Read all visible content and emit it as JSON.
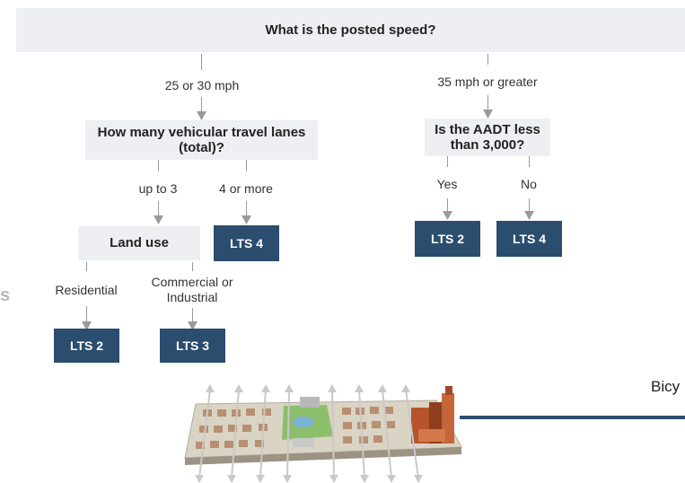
{
  "diagram": {
    "top_question": "What is the posted speed?",
    "left_branch": {
      "edge_label": "25 or 30 mph",
      "question": "How many vehicular travel lanes (total)?",
      "sub_left": {
        "edge_label": "up to 3",
        "node": "Land use",
        "residential": {
          "edge_label": "Residential",
          "result": "LTS 2"
        },
        "commercial": {
          "edge_label": "Commercial or Industrial",
          "result": "LTS 3"
        }
      },
      "sub_right": {
        "edge_label": "4 or more",
        "result": "LTS 4"
      }
    },
    "right_branch": {
      "edge_label": "35 mph or greater",
      "question": "Is the AADT less than 3,000?",
      "yes": {
        "edge_label": "Yes",
        "result": "LTS 2"
      },
      "no": {
        "edge_label": "No",
        "result": "LTS 4"
      }
    }
  },
  "partial_text": {
    "left_edge": "s",
    "right_edge": "Bicy"
  },
  "colors": {
    "question_box": "#eeeff3",
    "lts_box": "#2b4d6e",
    "connector": "#9a9a9a",
    "road_line": "#2f4f72"
  },
  "illustration": "city-grid-illustration"
}
